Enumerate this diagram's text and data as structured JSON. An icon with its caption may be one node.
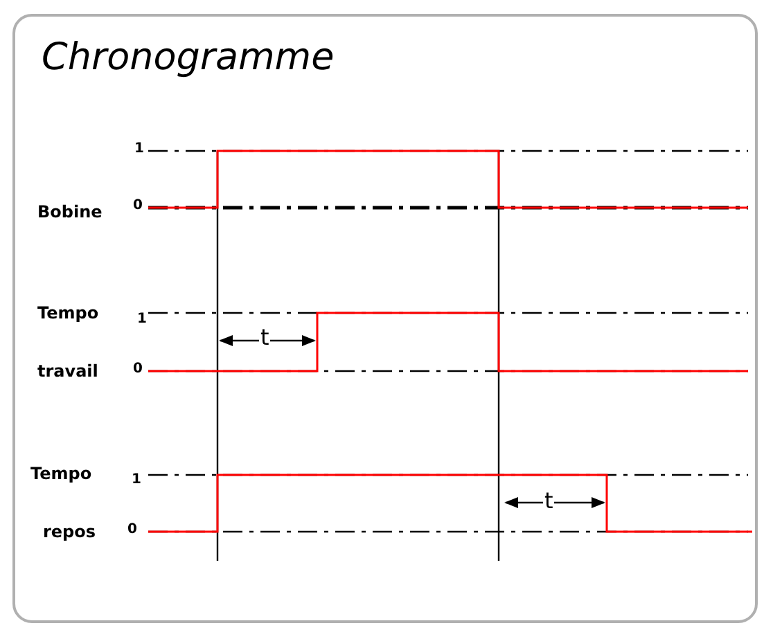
{
  "diagram": {
    "title": "Chronogramme",
    "labels": [
      "1",
      "Bobine",
      "0",
      "Tempo",
      "1",
      "t",
      "travail",
      "0",
      "Tempo",
      "1",
      "t",
      "repos",
      "0"
    ]
  }
}
